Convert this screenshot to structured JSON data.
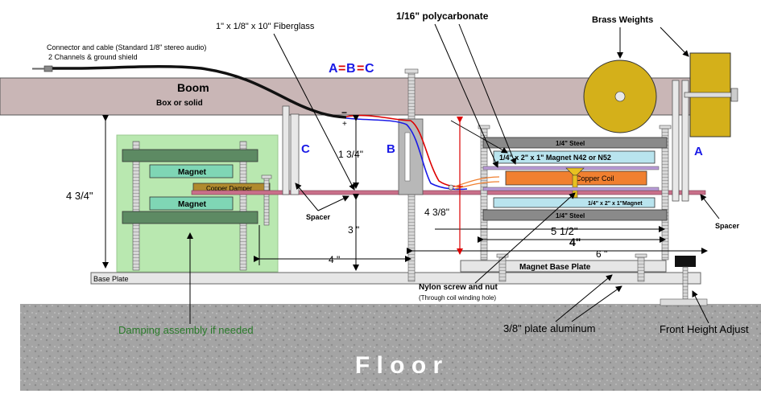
{
  "labels": {
    "connector_line1": "Connector and cable (Standard 1/8\" stereo audio)",
    "connector_line2": "2 Channels & ground shield",
    "fiberglass": "1\" x 1/8\" x 10\" Fiberglass",
    "polycarbonate": "1/16\" polycarbonate",
    "brass_weights": "Brass Weights",
    "abc_a": "A",
    "abc_eq1": "=",
    "abc_b": "B",
    "abc_eq2": "=",
    "abc_c": "C",
    "boom": "Boom",
    "boom_sub": "Box or solid",
    "plus": "+",
    "minus": "−",
    "dim_1_3_4": "1 3/4\"",
    "letter_b": "B",
    "letter_c": "C",
    "letter_a": "A",
    "magnet_top": "Magnet",
    "magnet_bottom": "Magnet",
    "copper_damper": "Copper Damper",
    "dim_4_3_4": "4 3/4\"",
    "spacer_left": "Spacer",
    "spacer_right": "Spacer",
    "dim_3": "3 \"",
    "dim_4_left": "4 \"",
    "steel_top": "1/4\" Steel",
    "steel_bottom": "1/4\" Steel",
    "magnet_spec": "1/4\" x 2\" x 1\" Magnet N42 or N52",
    "copper_coil": "Copper Coil",
    "small_magnet": "1/4\" x 2\" x 1\"Magnet",
    "dim_4_3_8": "4 3/8\"",
    "dim_5_1_2": "5 1/2\"",
    "dim_4_right": "4\"",
    "dim_6": "6 \"",
    "magnet_base_plate": "Magnet Base Plate",
    "base_plate": "Base Plate",
    "nylon_line1": "Nylon screw and nut",
    "nylon_line2": "(Through coil winding hole)",
    "aluminum": "3/8\" plate aluminum",
    "front_height": "Front Height Adjust",
    "damping": "Damping assembly if needed",
    "floor": "F l o o r"
  },
  "colors": {
    "boom": "#c9b6b6",
    "damping_box": "#b9e8b0",
    "magnet_block": "#7fd6b5",
    "steel": "#8a8a8a",
    "spec_box": "#b9e4ee",
    "copper_coil": "#f08030",
    "brass": "#d4b01a",
    "floor": "#a9a9a9",
    "label_blue": "#1a1ae6",
    "label_green": "#2a7a2a"
  }
}
